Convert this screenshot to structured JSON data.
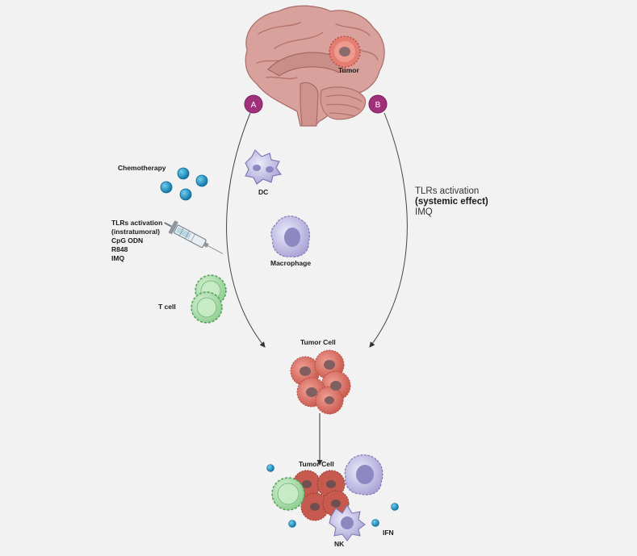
{
  "brain": {
    "tumor_label": "Tumor"
  },
  "paths": {
    "a_label": "A",
    "b_label": "B"
  },
  "left_panel": {
    "chemotherapy": "Chemotherapy",
    "tlr_title": "TLRs activation",
    "tlr_route": "(instratumoral)",
    "tlr_agents": [
      "CpG ODN",
      "R848",
      "IMQ"
    ],
    "t_cell": "T cell",
    "dc": "DC",
    "macrophage": "Macrophage"
  },
  "right_panel": {
    "title": "TLRs activation",
    "route": "(systemic effect)",
    "agent": "IMQ"
  },
  "tumor_cell_top": "Tumor Cell",
  "tumor_cell_bottom": "Tumor Cell",
  "bottom_labels": {
    "nk": "NK",
    "ifn": "IFN"
  },
  "colors": {
    "background": "#f2f2f2",
    "badge": "#a0307a",
    "brain": "#d49a96",
    "tumor": "#e06a60",
    "chemo_dot": "#1f8fc0",
    "t_cell": "#a8d8a8",
    "immune_cell": "#c8c3e6"
  }
}
